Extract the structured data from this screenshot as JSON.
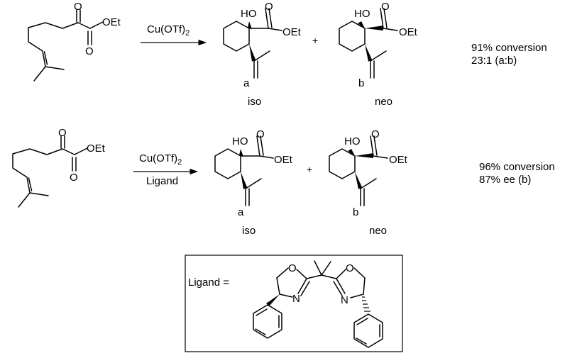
{
  "reactions": [
    {
      "reagents": [
        "Cu(OTf)",
        "2",
        ""
      ],
      "products": [
        {
          "letter": "a",
          "name": "iso"
        },
        {
          "letter": "b",
          "name": "neo"
        }
      ],
      "results": [
        "91% conversion",
        "23:1 (a:b)"
      ]
    },
    {
      "reagents": [
        "Cu(OTf)",
        "2",
        "Ligand"
      ],
      "products": [
        {
          "letter": "a",
          "name": "iso"
        },
        {
          "letter": "b",
          "name": "neo"
        }
      ],
      "results": [
        "96% conversion",
        "87% ee (b)"
      ]
    }
  ],
  "atoms": {
    "O": "O",
    "OEt": "OEt",
    "HO": "HO",
    "N": "N"
  },
  "plus": "+",
  "ligand_box": {
    "label": "Ligand ="
  }
}
